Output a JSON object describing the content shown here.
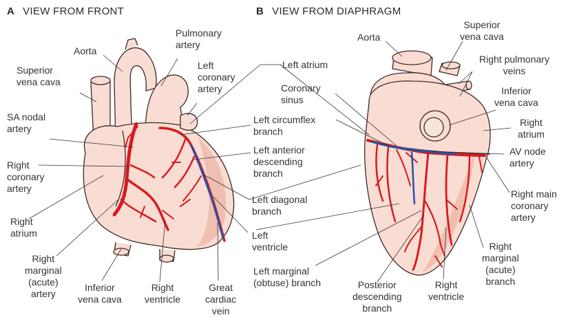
{
  "panels": [
    {
      "letter": "A",
      "title": "VIEW FROM FRONT"
    },
    {
      "letter": "B",
      "title": "VIEW FROM DIAPHRAGM"
    }
  ],
  "front_labels": {
    "aorta": "Aorta",
    "pulmonary_artery": [
      "Pulmonary",
      "artery"
    ],
    "left_coronary_artery": [
      "Left",
      "coronary",
      "artery"
    ],
    "superior_vena_cava": [
      "Superior",
      "vena cava"
    ],
    "sa_nodal_artery": [
      "SA nodal",
      "artery"
    ],
    "right_coronary_artery": [
      "Right",
      "coronary",
      "artery"
    ],
    "right_atrium": [
      "Right",
      "atrium"
    ],
    "right_marginal_artery": [
      "Right",
      "marginal",
      "(acute)",
      "artery"
    ],
    "inferior_vena_cava": [
      "Inferior",
      "vena cava"
    ],
    "right_ventricle": [
      "Right",
      "ventricle"
    ],
    "great_cardiac_vein": [
      "Great",
      "cardiac",
      "vein"
    ]
  },
  "middle_labels": {
    "left_atrium": "Left atrium",
    "coronary_sinus": [
      "Coronary",
      "sinus"
    ],
    "left_circumflex": [
      "Left circumflex",
      "branch"
    ],
    "left_anterior_descending": [
      "Left anterior",
      "descending",
      "branch"
    ],
    "left_diagonal": [
      "Left diagonal",
      "branch"
    ],
    "left_ventricle": [
      "Left",
      "ventricle"
    ],
    "left_marginal": [
      "Left marginal",
      "(obtuse) branch"
    ]
  },
  "back_labels": {
    "aorta": "Aorta",
    "superior_vena_cava": [
      "Superior",
      "vena cava"
    ],
    "right_pulmonary_veins": [
      "Right pulmonary",
      "veins"
    ],
    "inferior_vena_cava": [
      "Inferior",
      "vena cava"
    ],
    "right_atrium": [
      "Right",
      "atrium"
    ],
    "av_node_artery": [
      "AV node",
      "artery"
    ],
    "right_main_coronary": [
      "Right main",
      "coronary",
      "artery"
    ],
    "right_marginal_branch": [
      "Right",
      "marginal",
      "(acute)",
      "branch"
    ],
    "right_ventricle": [
      "Right",
      "ventricle"
    ],
    "posterior_descending": [
      "Posterior",
      "descending",
      "branch"
    ]
  },
  "colors": {
    "heart_fill": "#f9dcd2",
    "heart_shade": "#efc0b0",
    "outline": "#3a2a28",
    "artery": "#d71a1f",
    "vein": "#2453a6",
    "leader": "#333333"
  }
}
